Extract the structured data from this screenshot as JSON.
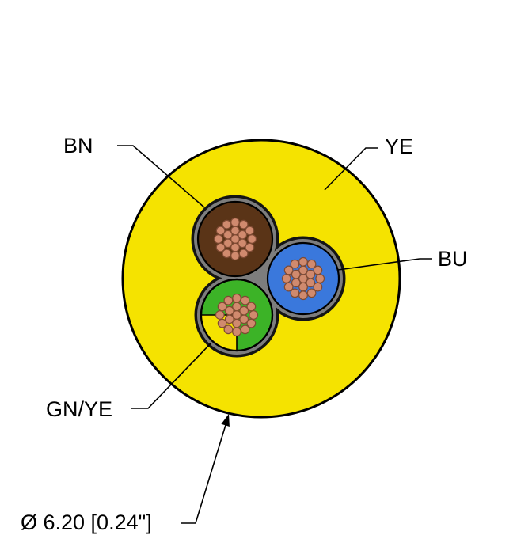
{
  "diagram": {
    "labels": {
      "bn": "BN",
      "ye": "YE",
      "bu": "BU",
      "gnye": "GN/YE",
      "diameter": "Ø 6.20 [0.24\"]"
    },
    "colors": {
      "jacket_yellow": "#f5e300",
      "filler_gray": "#7d7d7d",
      "conductor_brown": "#5a3417",
      "conductor_blue": "#3a78dc",
      "conductor_green": "#3cb327",
      "stripe_yellow": "#f5e300",
      "strand_copper": "#d08a6e",
      "strand_outline": "#7e4a33"
    }
  }
}
